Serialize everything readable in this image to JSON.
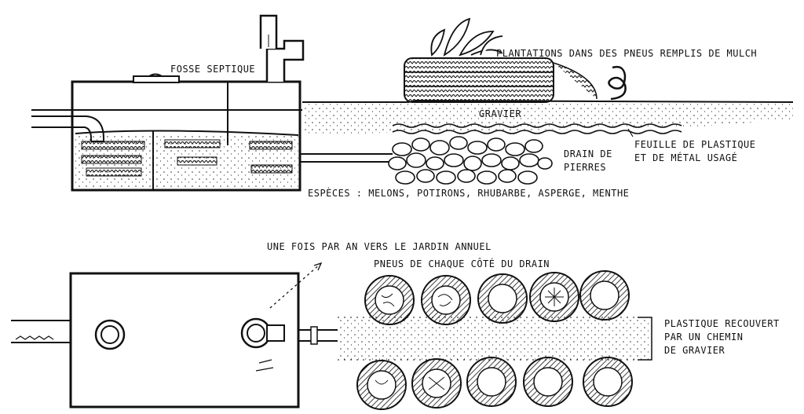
{
  "top_section": {
    "septic_tank_label": "FOSSE SEPTIQUE",
    "tire_planting_label": "PLANTATIONS DANS DES PNEUS REMPLIS DE MULCH",
    "gravel_label": "GRAVIER",
    "stone_drain_label_line1": "DRAIN DE",
    "stone_drain_label_line2": "PIERRES",
    "sheet_label_line1": "FEUILLE DE PLASTIQUE",
    "sheet_label_line2": "ET DE MÉTAL USAGÉ",
    "species_label": "ESPÈCES : MELONS, POTIRONS, RHUBARBE, ASPERGE, MENTHE"
  },
  "bottom_section": {
    "annual_label": "UNE FOIS PAR AN VERS LE JARDIN ANNUEL",
    "tires_label": "PNEUS DE CHAQUE CÔTÉ DU DRAIN",
    "covered_label_line1": "PLASTIQUE RECOUVERT",
    "covered_label_line2": "PAR UN CHEMIN",
    "covered_label_line3": "DE GRAVIER"
  }
}
